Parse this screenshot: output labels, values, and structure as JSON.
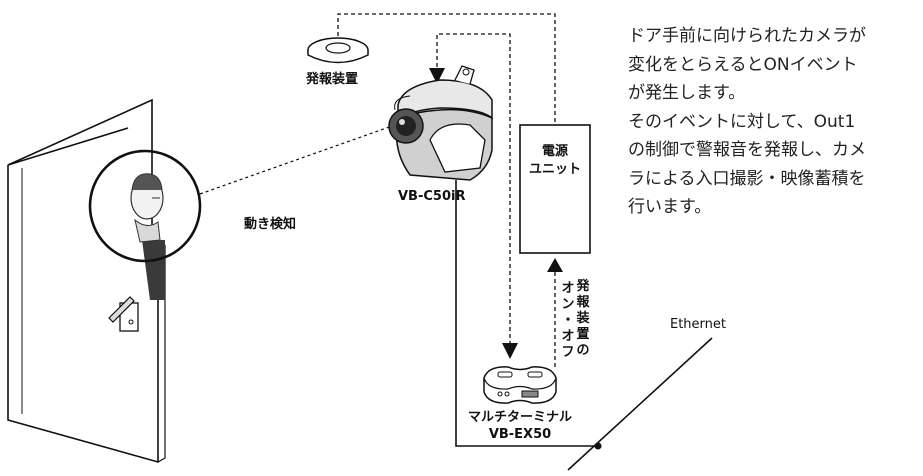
{
  "labels": {
    "alarm_device": "発報装置",
    "motion_detect": "動き検知",
    "camera_model": "VB-C50iR",
    "power_unit_line1": "電源",
    "power_unit_line2": "ユニット",
    "onoff_col1": [
      "発",
      "報",
      "装",
      "置",
      "の"
    ],
    "onoff_col2": [
      "オ",
      "ン",
      "・",
      "オ",
      "フ"
    ],
    "ethernet": "Ethernet",
    "terminal_line1": "マルチターミナル",
    "terminal_line2": "VB-EX50"
  },
  "description": [
    "ドア手前に向けられたカメラが",
    "変化をとらえるとONイベント",
    "が発生します。",
    "そのイベントに対して、Out1",
    "の制御で警報音を発報し、カメ",
    "ラによる入口撮影・映像蓄積を",
    "行います。"
  ],
  "icons": [
    "alarm-device-icon",
    "camera-icon",
    "door-icon",
    "person-icon",
    "power-unit-icon",
    "multi-terminal-icon"
  ]
}
